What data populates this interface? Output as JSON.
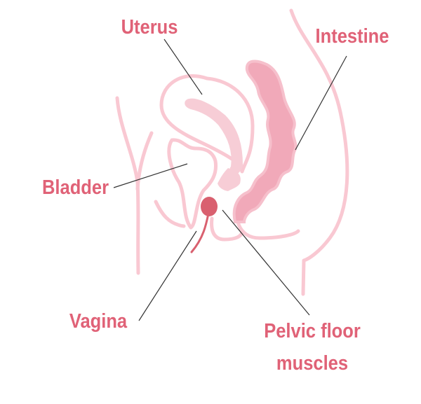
{
  "title": "Female pelvic anatomy",
  "labels": {
    "uterus": "Uterus",
    "intestine": "Intestine",
    "bladder": "Bladder",
    "vagina": "Vagina",
    "pelvic_floor_line1": "Pelvic floor",
    "pelvic_floor_line2": "muscles"
  },
  "colors": {
    "outline": "#f9c8d2",
    "intestine": "#f1a9b9",
    "muscle": "#d9606f",
    "label": "#e06277",
    "leader": "#333333"
  }
}
